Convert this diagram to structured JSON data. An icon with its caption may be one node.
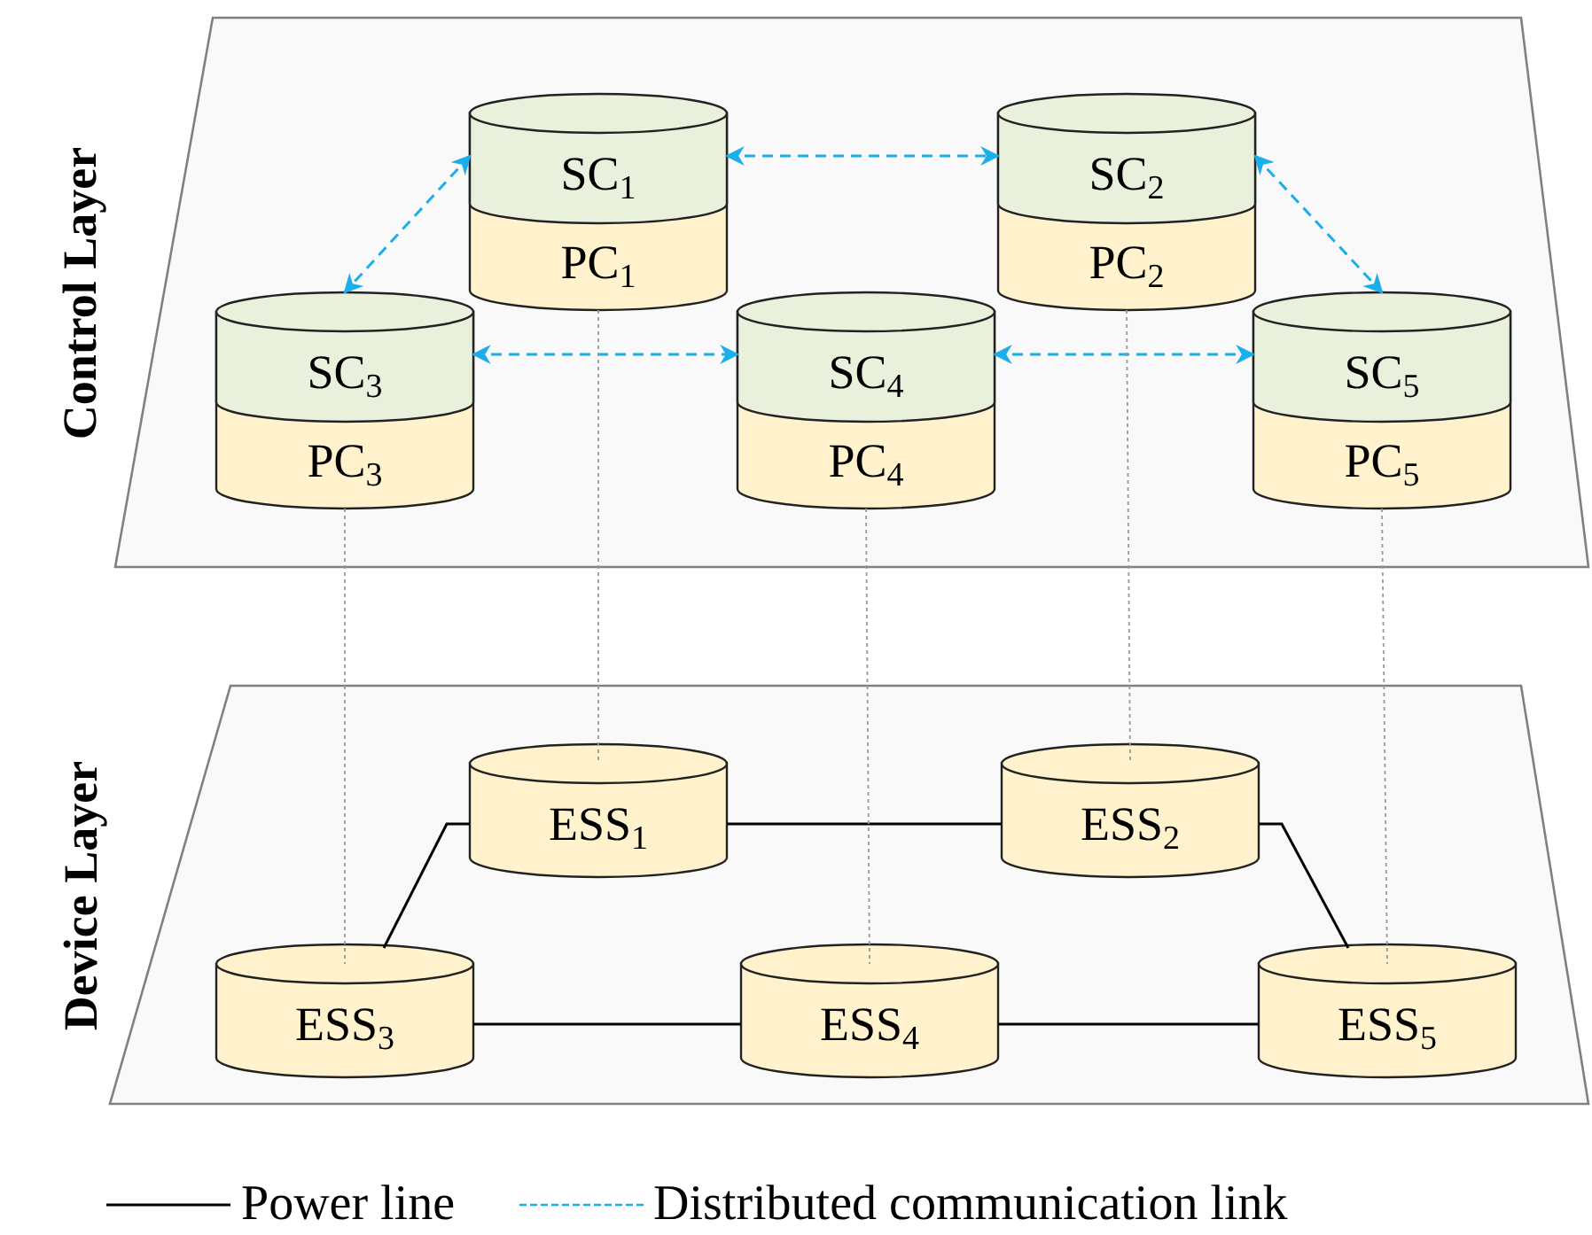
{
  "diagram": {
    "nodes": [
      {
        "text": [
          "Control Layer"
        ]
      },
      {
        "text": [
          "Device Layer"
        ]
      },
      {
        "text": [
          "SC$_{1}$",
          "PC$_{1}$"
        ],
        "in": 0
      },
      {
        "text": [
          "SC$_{2}$",
          "PC$_{2}$"
        ],
        "in": 0
      },
      {
        "text": [
          "SC$_{3}$",
          "PC$_{3}$"
        ],
        "in": 0
      },
      {
        "text": [
          "SC$_{4}$",
          "PC$_{4}$"
        ],
        "in": 0
      },
      {
        "text": [
          "SC$_{5}$",
          "PC$_{5}$"
        ],
        "in": 0
      },
      {
        "text": [
          "ESS$_{1}$"
        ],
        "in": 1
      },
      {
        "text": [
          "ESS$_{2}$"
        ],
        "in": 1
      },
      {
        "text": [
          "ESS$_{3}$"
        ],
        "in": 1
      },
      {
        "text": [
          "ESS$_{4}$"
        ],
        "in": 1
      },
      {
        "text": [
          "ESS$_{5}$"
        ],
        "in": 1
      }
    ],
    "edges": [
      {
        "from": 2,
        "to": 4,
        "arrow": "both",
        "style": "dashed",
        "color": "#1aaeea"
      },
      {
        "from": 2,
        "to": 3,
        "arrow": "both",
        "style": "dashed",
        "color": "#1aaeea"
      },
      {
        "from": 3,
        "to": 6,
        "arrow": "both",
        "style": "dashed",
        "color": "#1aaeea"
      },
      {
        "from": 4,
        "to": 5,
        "arrow": "both",
        "style": "dashed",
        "color": "#1aaeea"
      },
      {
        "from": 5,
        "to": 6,
        "arrow": "both",
        "style": "dashed",
        "color": "#1aaeea"
      },
      {
        "from": 7,
        "to": 8,
        "arrow": "none",
        "color": "#000000"
      },
      {
        "from": 7,
        "to": 9,
        "arrow": "none",
        "color": "#000000"
      },
      {
        "from": 8,
        "to": 11,
        "arrow": "none",
        "color": "#000000"
      },
      {
        "from": 9,
        "to": 10,
        "arrow": "none",
        "color": "#000000"
      },
      {
        "from": 10,
        "to": 11,
        "arrow": "none",
        "color": "#000000"
      },
      {
        "from": 2,
        "to": 7,
        "arrow": "none",
        "style": "dashed",
        "color": "#999999"
      },
      {
        "from": 3,
        "to": 8,
        "arrow": "none",
        "style": "dashed",
        "color": "#999999"
      },
      {
        "from": 4,
        "to": 9,
        "arrow": "none",
        "style": "dashed",
        "color": "#999999"
      },
      {
        "from": 5,
        "to": 10,
        "arrow": "none",
        "style": "dashed",
        "color": "#999999"
      },
      {
        "from": 6,
        "to": 11,
        "arrow": "none",
        "style": "dashed",
        "color": "#999999"
      }
    ],
    "legend": [
      {
        "text": "Power line"
      },
      {
        "text": "Distributed communication link"
      }
    ]
  }
}
